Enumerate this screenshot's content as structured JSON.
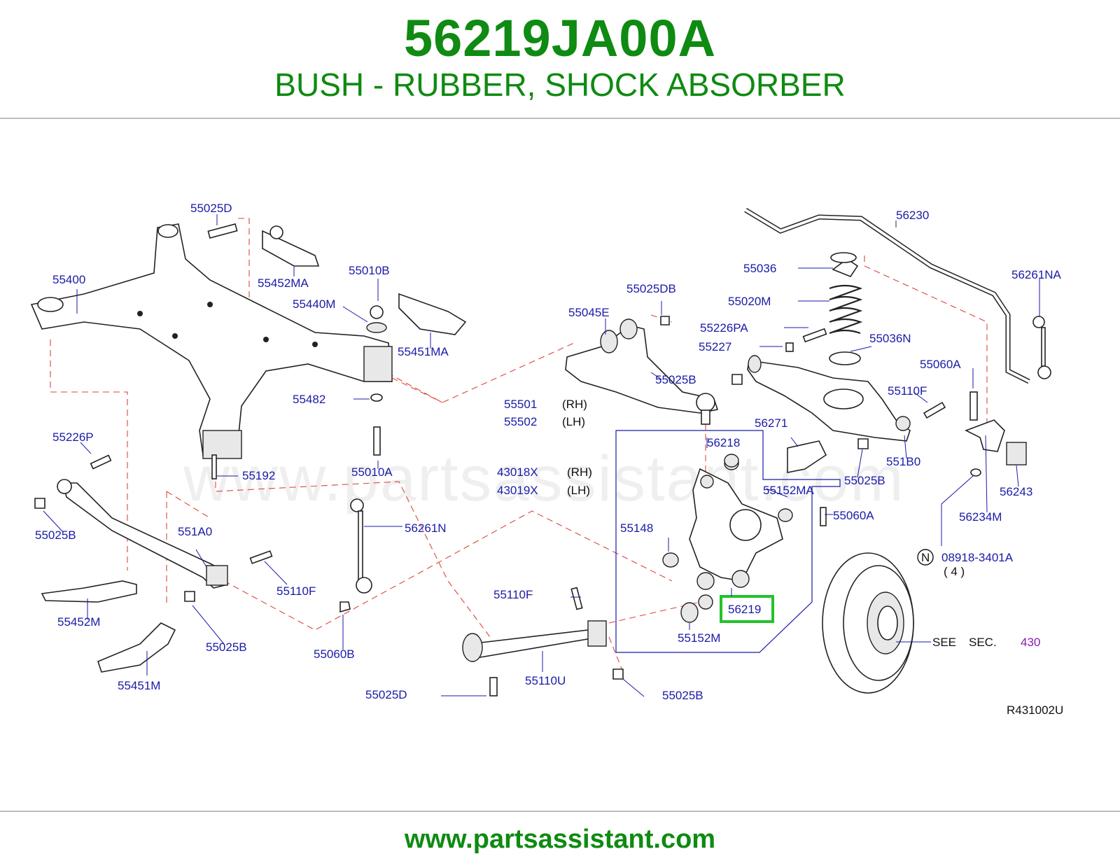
{
  "header": {
    "part_number": "56219JA00A",
    "description": "BUSH - RUBBER, SHOCK ABSORBER"
  },
  "diagram": {
    "labels": {
      "l55025D_top": "55025D",
      "l55452MA": "55452MA",
      "l55010B": "55010B",
      "l55400": "55400",
      "l55440M": "55440M",
      "l55451MA": "55451MA",
      "l55482": "55482",
      "l55226P": "55226P",
      "l55192": "55192",
      "l55010A": "55010A",
      "l55025B_left": "55025B",
      "l551A0": "551A0",
      "l55110F_left": "55110F",
      "l55452M": "55452M",
      "l55025B_lower": "55025B",
      "l55451M": "55451M",
      "l56261N": "56261N",
      "l55060B": "55060B",
      "l55025DB": "55025DB",
      "l55045E": "55045E",
      "l55025B_mid": "55025B",
      "l55501": "55501",
      "l55501_side": "(RH)",
      "l55502": "55502",
      "l55502_side": "(LH)",
      "l43018X": "43018X",
      "l43018X_side": "(RH)",
      "l43019X": "43019X",
      "l43019X_side": "(LH)",
      "l56218": "56218",
      "l55152MA": "55152MA",
      "l55148": "55148",
      "l56219": "56219",
      "l55152M": "55152M",
      "l55110F_mid": "55110F",
      "l55110U": "55110U",
      "l55025D_bottom": "55025D",
      "l55025B_bottom": "55025B",
      "l56230": "56230",
      "l55036": "55036",
      "l55020M": "55020M",
      "l55226PA": "55226PA",
      "l55227": "55227",
      "l55036N": "55036N",
      "l56261NA": "56261NA",
      "l55060A_top": "55060A",
      "l55110F_right": "55110F",
      "l56271": "56271",
      "l551B0": "551B0",
      "l55025B_right": "55025B",
      "l55060A_right": "55060A",
      "l56243": "56243",
      "l56234M": "56234M",
      "l_n_symbol": "N",
      "l08918": "08918-3401A",
      "l08918_qty": "( 4 )",
      "l_see": "SEE",
      "l_sec": "SEC.",
      "l_430": "430",
      "l_ref": "R431002U"
    },
    "highlight_color": "#22c22a",
    "label_color": "#1a1aa8",
    "leader_color": "#d9473a"
  },
  "watermark": "www.partsassistant.com",
  "footer": {
    "url": "www.partsassistant.com"
  }
}
